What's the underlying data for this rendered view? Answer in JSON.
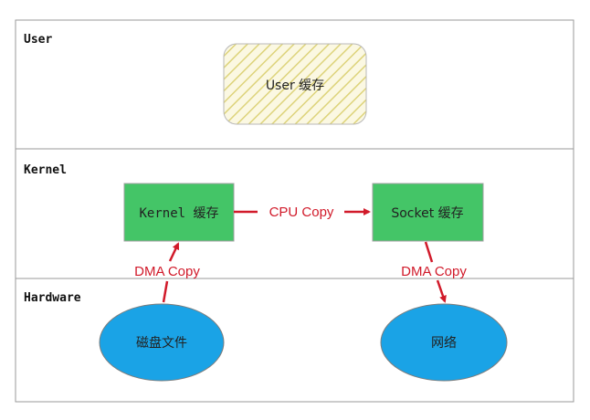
{
  "layers": {
    "user": "User",
    "kernel": "Kernel",
    "hardware": "Hardware"
  },
  "nodes": {
    "user_cache": "User 缓存",
    "kernel_cache": "Kernel 缓存",
    "socket_cache": "Socket 缓存",
    "disk_file": "磁盘文件",
    "network": "网络"
  },
  "edges": {
    "cpu_copy": "CPU Copy",
    "dma_copy_in": "DMA Copy",
    "dma_copy_out": "DMA Copy"
  },
  "colors": {
    "node_green": "#44c567",
    "node_blue": "#1aa3e6",
    "arrow_red": "#d11a2a",
    "hatch_fill": "#fbf8e2",
    "hatch_line": "#ddd37a"
  }
}
